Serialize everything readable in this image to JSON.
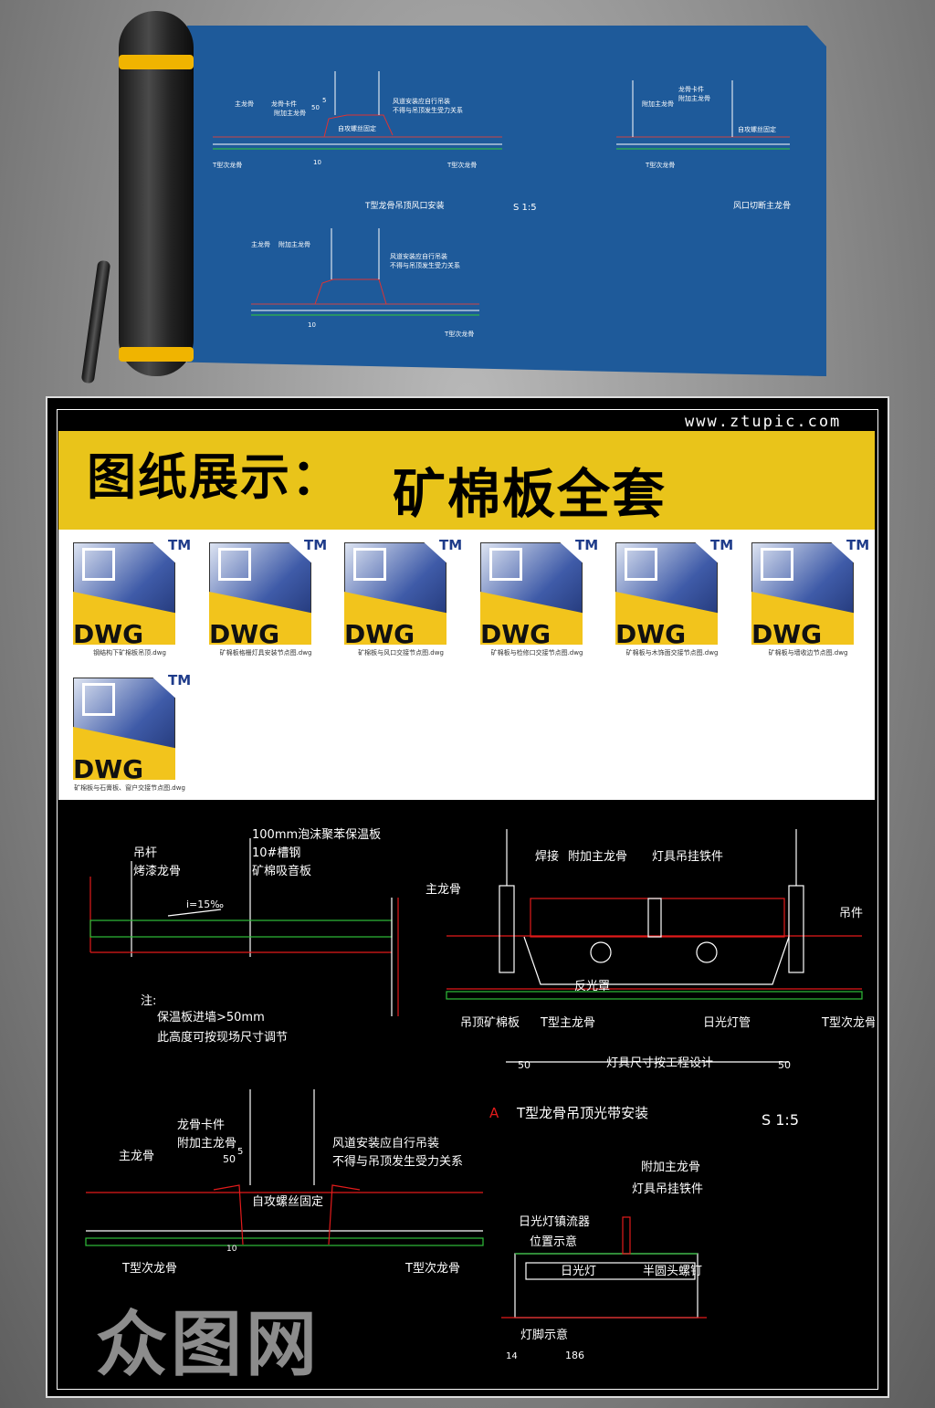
{
  "site": "www.ztupic.com",
  "banner": {
    "title": "图纸展示：",
    "subtitle": "矿棉板全套"
  },
  "files": [
    {
      "icon_text": "DWG",
      "tm": "TM",
      "name": "钢结构下矿棉板吊顶.dwg"
    },
    {
      "icon_text": "DWG",
      "tm": "TM",
      "name": "矿棉板格栅灯具安装节点图.dwg"
    },
    {
      "icon_text": "DWG",
      "tm": "TM",
      "name": "矿棉板与风口交接节点图.dwg"
    },
    {
      "icon_text": "DWG",
      "tm": "TM",
      "name": "矿棉板与检修口交接节点图.dwg"
    },
    {
      "icon_text": "DWG",
      "tm": "TM",
      "name": "矿棉板与木饰面交接节点图.dwg"
    },
    {
      "icon_text": "DWG",
      "tm": "TM",
      "name": "矿棉板与墙收边节点图.dwg"
    },
    {
      "icon_text": "DWG",
      "tm": "TM",
      "name": "矿棉板与石膏板、窗户交接节点图.dwg"
    }
  ],
  "blueprint": {
    "d1": {
      "caption": "T型龙骨吊顶风口安装",
      "scale": "S 1:5",
      "labels": [
        "主龙骨",
        "附加主龙骨",
        "龙骨卡件",
        "风道安装应自行吊装",
        "不得与吊顶发生受力关系",
        "自攻螺丝固定",
        "T型次龙骨",
        "T型次龙骨",
        "50",
        "5",
        "10"
      ]
    },
    "d2": {
      "caption": "风口切断主龙骨",
      "labels": [
        "附加主龙骨",
        "龙骨卡件",
        "附加主龙骨",
        "自攻螺丝固定",
        "T型次龙骨"
      ]
    },
    "d3": {
      "labels": [
        "主龙骨",
        "附加主龙骨",
        "风道安装应自行吊装",
        "不得与吊顶发生受力关系",
        "T型次龙骨",
        "10"
      ]
    }
  },
  "cad": {
    "left_top": {
      "labels": [
        "吊杆",
        "烤漆龙骨",
        "100mm泡沫聚苯保温板",
        "10#槽钢",
        "矿棉吸音板",
        "i=15‰"
      ],
      "note_title": "注:",
      "notes": [
        "保温板进墙>50mm",
        "此高度可按现场尺寸调节"
      ]
    },
    "right_top": {
      "labels": [
        "主龙骨",
        "焊接",
        "附加主龙骨",
        "灯具吊挂铁件",
        "吊件",
        "反光罩",
        "吊顶矿棉板",
        "T型主龙骨",
        "日光灯管",
        "T型次龙骨",
        "灯具尺寸按工程设计",
        "50",
        "50"
      ],
      "caption_marker": "A",
      "caption": "T型龙骨吊顶光带安装",
      "scale": "S 1:5"
    },
    "left_bottom": {
      "labels": [
        "龙骨卡件",
        "附加主龙骨",
        "主龙骨",
        "风道安装应自行吊装",
        "不得与吊顶发生受力关系",
        "自攻螺丝固定",
        "T型次龙骨",
        "T型次龙骨",
        "50",
        "5",
        "10"
      ]
    },
    "right_bottom": {
      "labels": [
        "附加主龙骨",
        "灯具吊挂铁件",
        "日光灯镇流器",
        "位置示意",
        "日光灯",
        "半圆头螺钉",
        "灯脚示意",
        "14",
        "186"
      ]
    }
  },
  "watermark": "众图网",
  "colors": {
    "sheet_blue": "#1e5a9a",
    "banner_yellow": "#e9c41a",
    "cad_red": "#e21b1b",
    "cad_green": "#2fbf3a"
  }
}
